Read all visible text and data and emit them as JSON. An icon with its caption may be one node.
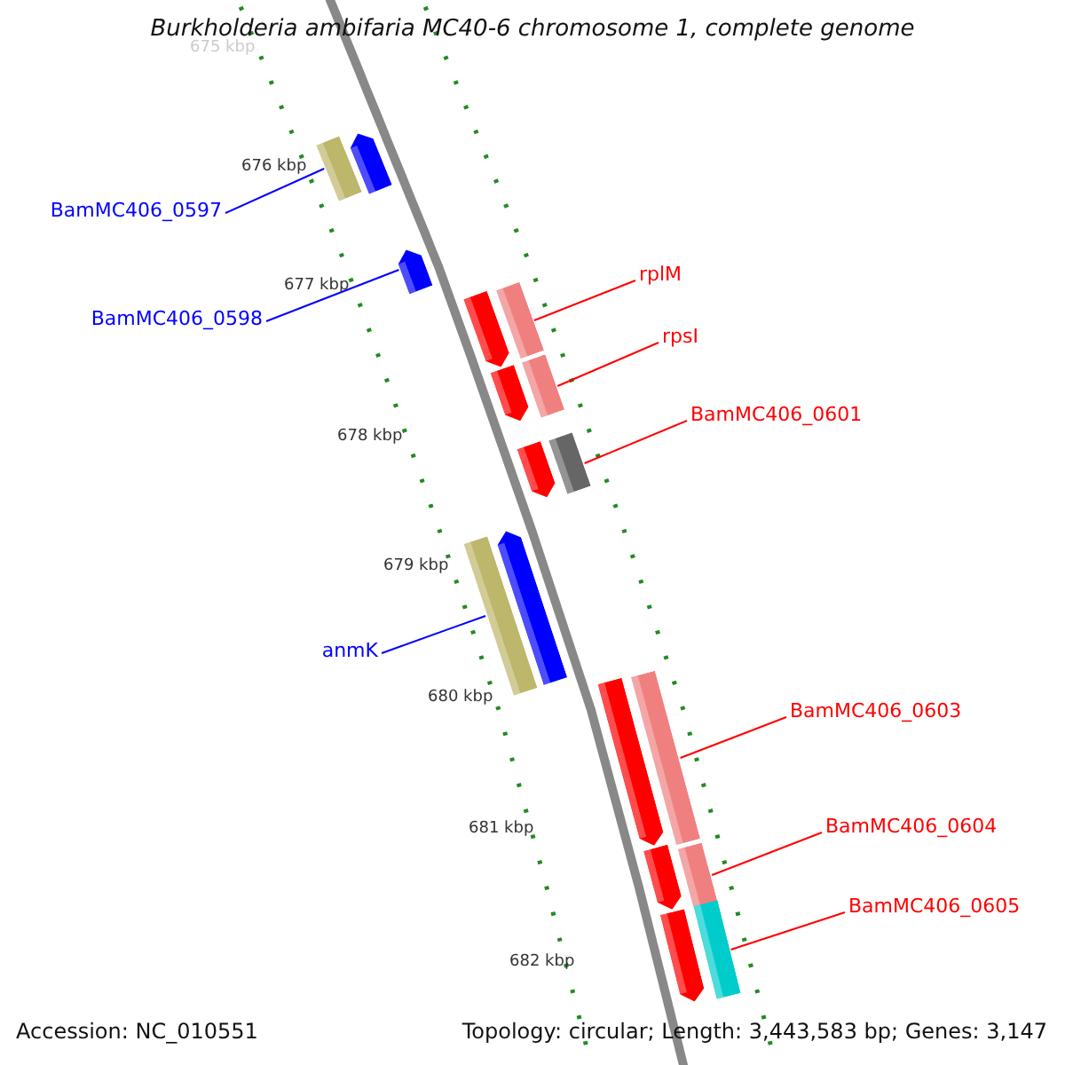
{
  "diagram": {
    "title": "Burkholderia ambifaria MC40-6 chromosome 1, complete genome",
    "nodes": [
      {
        "text": [
          "BamMC406_0597"
        ]
      },
      {
        "text": [
          "BamMC406_0598"
        ]
      },
      {
        "text": [
          "rplM"
        ]
      },
      {
        "text": [
          "rpsI"
        ]
      },
      {
        "text": [
          "BamMC406_0601"
        ]
      },
      {
        "text": [
          "anmK"
        ]
      },
      {
        "text": [
          "BamMC406_0603"
        ]
      },
      {
        "text": [
          "BamMC406_0604"
        ]
      },
      {
        "text": [
          "BamMC406_0605"
        ]
      },
      {
        "text": [],
        "shape": "bar"
      },
      {
        "text": [],
        "shape": "arrow"
      },
      {
        "text": [],
        "shape": "arrow"
      },
      {
        "text": [],
        "shape": "arrow"
      },
      {
        "text": [],
        "shape": "bar"
      },
      {
        "text": [],
        "shape": "bar"
      },
      {
        "text": [],
        "shape": "arrow"
      },
      {
        "text": [],
        "shape": "arrow"
      },
      {
        "text": [],
        "shape": "bar"
      },
      {
        "text": [],
        "shape": "bar"
      },
      {
        "text": [],
        "shape": "arrow"
      },
      {
        "text": [],
        "shape": "arrow"
      },
      {
        "text": [],
        "shape": "bar"
      },
      {
        "text": [],
        "shape": "bar"
      },
      {
        "text": [],
        "shape": "arrow"
      },
      {
        "text": [],
        "shape": "arrow"
      },
      {
        "text": [],
        "shape": "bar"
      }
    ],
    "edges": [
      {
        "from": 0,
        "to": 9,
        "arrow": "none",
        "color": "#0000ff"
      },
      {
        "from": 1,
        "to": 11,
        "arrow": "none",
        "color": "#0000ff"
      },
      {
        "from": 2,
        "to": 13,
        "arrow": "none"
      },
      {
        "from": 3,
        "to": 14,
        "arrow": "none"
      },
      {
        "from": 4,
        "to": 17,
        "arrow": "none"
      },
      {
        "from": 5,
        "to": 18,
        "arrow": "none",
        "color": "#0000ff"
      },
      {
        "from": 6,
        "to": 21,
        "arrow": "none"
      },
      {
        "from": 7,
        "to": 22,
        "arrow": "none"
      },
      {
        "from": 8,
        "to": 25,
        "arrow": "none"
      }
    ],
    "labels": [
      "675 kbp",
      "676 kbp",
      "677 kbp",
      "678 kbp",
      "679 kbp",
      "680 kbp",
      "681 kbp",
      "682 kbp",
      "Accession: NC_010551",
      "Topology: circular; Length: 3,443,583 bp; Genes: 3,147"
    ]
  }
}
